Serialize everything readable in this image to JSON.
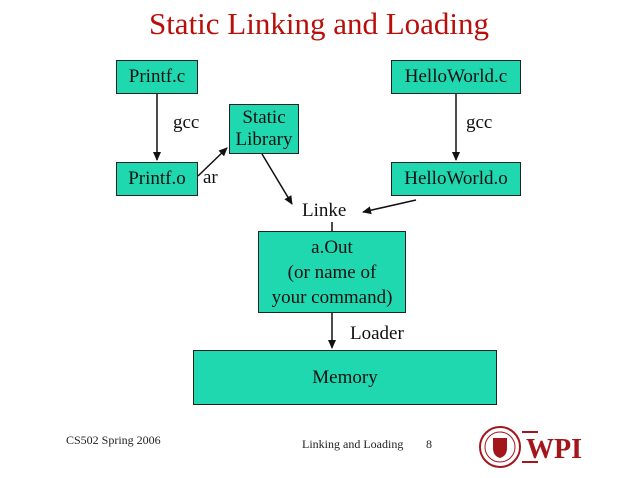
{
  "title": "Static Linking and Loading",
  "boxes": {
    "printf_c": "Printf.c",
    "printf_o": "Printf.o",
    "static_library": [
      "Static",
      "Library"
    ],
    "helloworld_c": "HelloWorld.c",
    "helloworld_o": "HelloWorld.o",
    "aout": [
      "a.Out",
      "(or name of",
      "your command)"
    ],
    "memory": "Memory"
  },
  "labels": {
    "gcc_left": "gcc",
    "gcc_right": "gcc",
    "ar": "ar",
    "linker": "Linke",
    "loader": "Loader"
  },
  "footer": {
    "course": "CS502 Spring 2006",
    "topic": "Linking and Loading",
    "page": "8",
    "logo_text": "WPI"
  },
  "colors": {
    "title": "#b80f0a",
    "box_fill": "#1fd8b0",
    "logo": "#a3161b"
  }
}
